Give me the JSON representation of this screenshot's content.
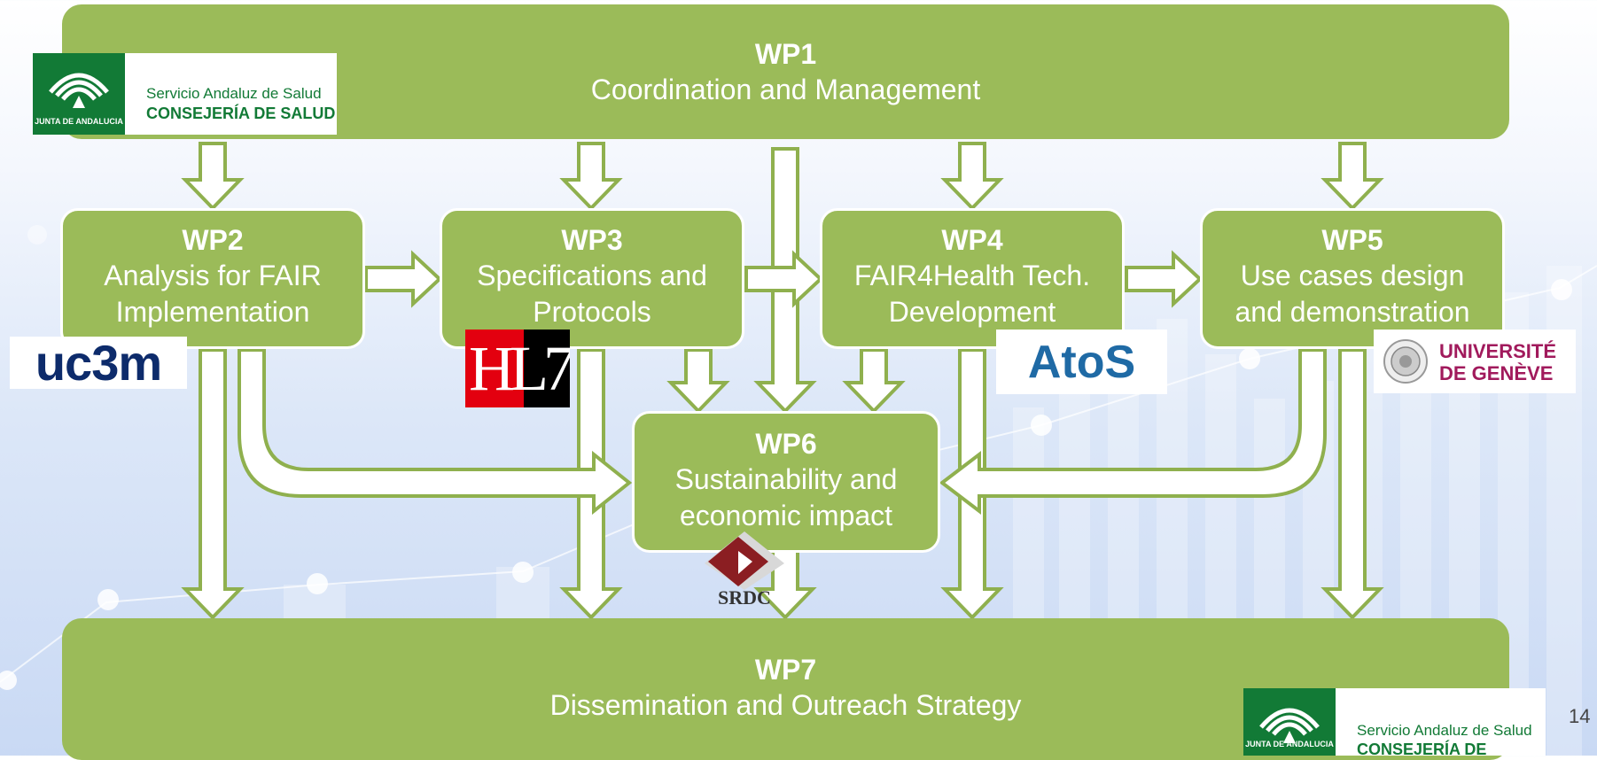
{
  "workpackages": {
    "wp1": {
      "title": "WP1",
      "subtitle": "Coordination and Management"
    },
    "wp2": {
      "title": "WP2",
      "line1": "Analysis for FAIR",
      "line2": "Implementation"
    },
    "wp3": {
      "title": "WP3",
      "line1": "Specifications and",
      "line2": "Protocols"
    },
    "wp4": {
      "title": "WP4",
      "line1": "FAIR4Health Tech.",
      "line2": "Development"
    },
    "wp5": {
      "title": "WP5",
      "line1": "Use cases design",
      "line2": "and demonstration"
    },
    "wp6": {
      "title": "WP6",
      "line1": "Sustainability and",
      "line2": "economic impact"
    },
    "wp7": {
      "title": "WP7",
      "subtitle": "Dissemination and Outreach Strategy"
    }
  },
  "logos": {
    "junta": {
      "line1": "Servicio Andaluz de Salud",
      "line2": "CONSEJERÍA DE SALUD",
      "emblem_text": "JUNTA DE ANDALUCIA"
    },
    "uc3m": {
      "text": "uc3m"
    },
    "hl7": {
      "text": "HL7"
    },
    "atos": {
      "text": "AtoS"
    },
    "unige": {
      "line1": "UNIVERSITÉ",
      "line2": "DE GENÈVE"
    },
    "srdc": {
      "text": "SRDC"
    }
  },
  "colors": {
    "box_fill": "#9bbb59",
    "arrow_stroke": "#8fb04e",
    "junta_green": "#127a36",
    "atos_blue": "#1f6aa5",
    "unige_purple": "#a11a5c",
    "hl7_red": "#e3000f"
  },
  "page_number": "14"
}
